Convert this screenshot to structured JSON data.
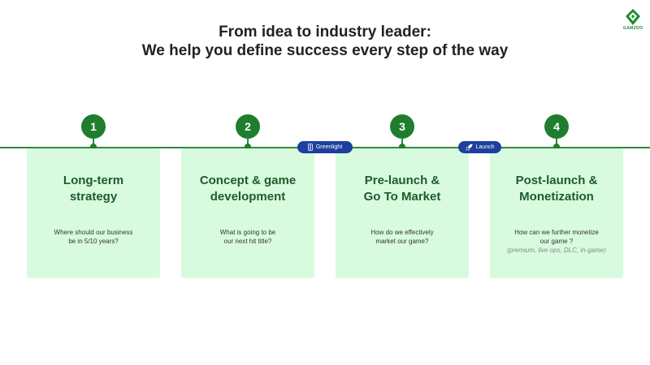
{
  "title": {
    "line1": "From idea to industry leader:",
    "line2": "We help you define success every step of the way"
  },
  "logo": {
    "text": "GAMZOO",
    "icon": "gamzoo-logo-icon",
    "color": "#1f8a2e"
  },
  "colors": {
    "accent": "#1e7e2e",
    "card_bg": "#d8fbdf",
    "pill_bg": "#1d3fa0",
    "card_title": "#1e5b2a"
  },
  "steps": [
    {
      "number": "1",
      "title": [
        "Long-term",
        "strategy"
      ],
      "desc": [
        "Where should our business",
        "be in 5/10 years?"
      ]
    },
    {
      "number": "2",
      "title": [
        "Concept & game",
        "development"
      ],
      "desc": [
        "What is going to be",
        "our next hit title?"
      ]
    },
    {
      "number": "3",
      "title": [
        "Pre-launch &",
        "Go To Market"
      ],
      "desc": [
        "How do we effectively",
        "market our game?"
      ]
    },
    {
      "number": "4",
      "title": [
        "Post-launch &",
        "Monetization"
      ],
      "desc": [
        "How can we further monetize",
        "our game ?"
      ],
      "note": "(premium, live ops, DLC, in-game)"
    }
  ],
  "milestones": [
    {
      "label": "Greenlight",
      "icon": "traffic-light-icon"
    },
    {
      "label": "Launch",
      "icon": "rocket-icon"
    }
  ]
}
